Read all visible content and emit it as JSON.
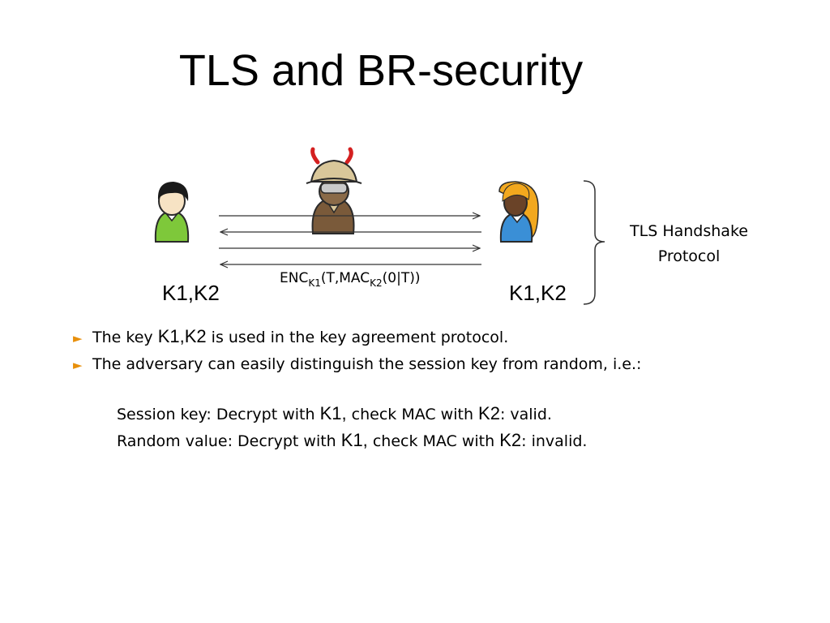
{
  "slide": {
    "title": "TLS and BR-security"
  },
  "diagram": {
    "left_keys": "K1,K2",
    "right_keys": "K1,K2",
    "message": {
      "enc": "ENC",
      "enc_sub": "K1",
      "mid": "(T,MAC",
      "mac_sub": "K2",
      "tail": "(0|T))"
    },
    "brace_label_line1": "TLS Handshake",
    "brace_label_line2": "Protocol",
    "colors": {
      "alice_shirt": "#7ec83a",
      "bob_shirt": "#3a8fd6",
      "adversary_body": "#7a5a3a",
      "adversary_hat": "#d9c79a",
      "horns": "#d42020",
      "bob_hair": "#f2a81e"
    }
  },
  "bullets": [
    {
      "before": "The key ",
      "key": "K1,K2",
      "after": " is used in the key agreement protocol."
    },
    {
      "text": "The adversary can easily distinguish the session key from random, i.e.:"
    }
  ],
  "details": [
    {
      "a": "Session key: Decrypt with ",
      "k1": "K1,",
      "b": " check MAC with ",
      "k2": "K2",
      "c": ": valid."
    },
    {
      "a": "Random value: Decrypt with ",
      "k1": "K1,",
      "b": " check MAC with ",
      "k2": "K2",
      "c": ": invalid."
    }
  ],
  "bullet_color": "#e8900c"
}
